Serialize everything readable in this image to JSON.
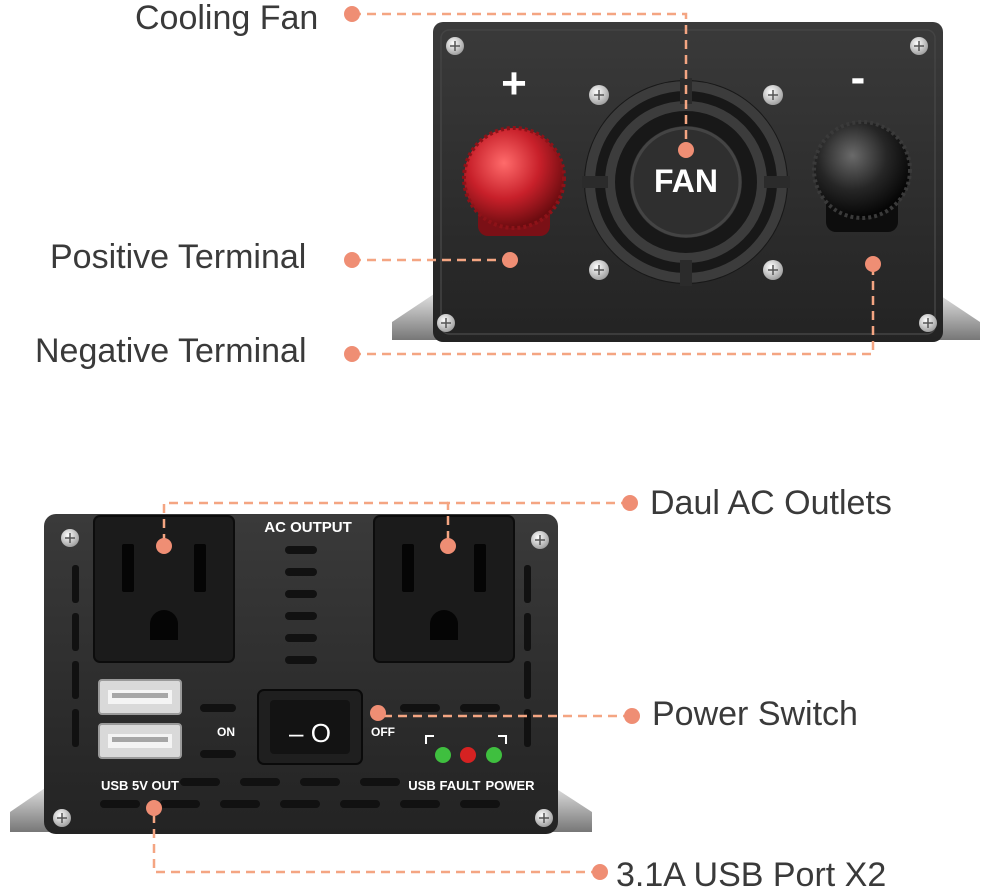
{
  "callouts": {
    "cooling_fan": "Cooling Fan",
    "positive_terminal": "Positive Terminal",
    "negative_terminal": "Negative Terminal",
    "ac_outlets": "Daul AC Outlets",
    "power_switch": "Power Switch",
    "usb_port": "3.1A USB Port X2"
  },
  "top_panel": {
    "plus_mark": "+",
    "minus_mark": "-",
    "fan_label": "FAN"
  },
  "bottom_panel": {
    "ac_output_label": "AC OUTPUT",
    "switch_on_label": "ON",
    "switch_off_label": "OFF",
    "switch_symbols": "– O",
    "usb_label": "USB  5V  OUT",
    "led_labels": [
      "USB",
      "FAULT",
      "POWER"
    ]
  },
  "colors": {
    "callout_line": "#f4a582",
    "callout_dot": "#ef8e74",
    "panel_body": "#2b2b2b",
    "positive_terminal": "#c8202a",
    "negative_terminal": "#1a1a1a",
    "led_green": "#3fbf3f",
    "led_red": "#d62222"
  }
}
